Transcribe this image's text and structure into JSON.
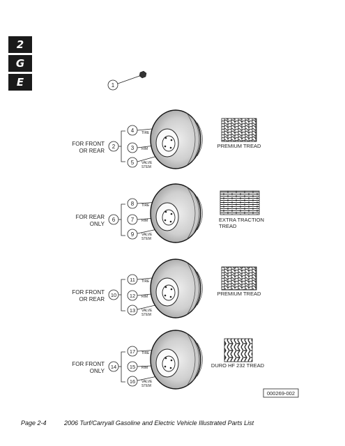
{
  "side_tabs": [
    "2",
    "G",
    "E"
  ],
  "part1": {
    "num": "1"
  },
  "groups": [
    {
      "label_line1": "FOR FRONT",
      "label_line2": "OR REAR",
      "group_num": "2",
      "items": [
        {
          "num": "4",
          "label": "TIRE"
        },
        {
          "num": "3",
          "label": "RIM"
        },
        {
          "num": "5",
          "label1": "VALVE",
          "label2": "STEM"
        }
      ],
      "tread_line1": "PREMIUM TREAD",
      "tread_line2": ""
    },
    {
      "label_line1": "FOR REAR",
      "label_line2": "ONLY",
      "group_num": "6",
      "items": [
        {
          "num": "8",
          "label": "TIRE"
        },
        {
          "num": "7",
          "label": "RIM"
        },
        {
          "num": "9",
          "label1": "VALVE",
          "label2": "STEM"
        }
      ],
      "tread_line1": "EXTRA TRACTION",
      "tread_line2": "TREAD"
    },
    {
      "label_line1": "FOR FRONT",
      "label_line2": "OR REAR",
      "group_num": "10",
      "items": [
        {
          "num": "11",
          "label": "TIRE"
        },
        {
          "num": "12",
          "label": "RIM"
        },
        {
          "num": "13",
          "label1": "VALVE",
          "label2": "STEM"
        }
      ],
      "tread_line1": "PREMIUM TREAD",
      "tread_line2": ""
    },
    {
      "label_line1": "FOR FRONT",
      "label_line2": "ONLY",
      "group_num": "14",
      "items": [
        {
          "num": "17",
          "label": "TIRE"
        },
        {
          "num": "15",
          "label": "RIM"
        },
        {
          "num": "16",
          "label1": "VALVE",
          "label2": "STEM"
        }
      ],
      "tread_line1": "DURO HF 232 TREAD",
      "tread_line2": ""
    }
  ],
  "figure_id": "000269-002",
  "footer": {
    "page": "Page 2-4",
    "title": "2006 Turf/Carryall Gasoline and Electric Vehicle Illustrated Parts List"
  }
}
